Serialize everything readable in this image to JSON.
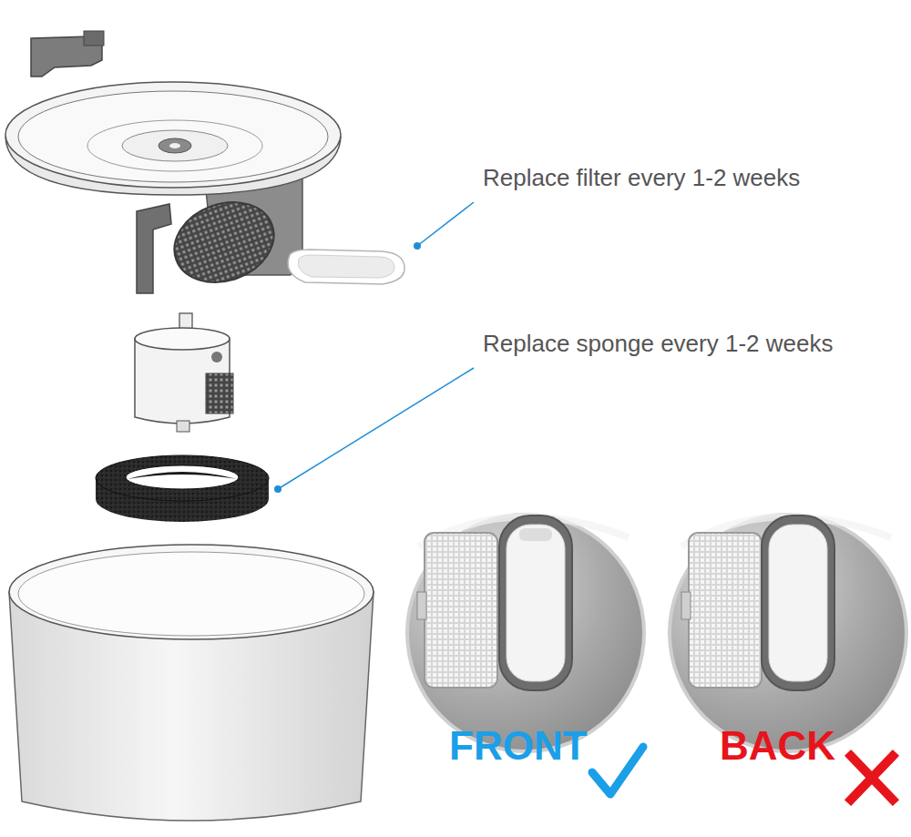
{
  "diagram": {
    "labels": [
      "Replace filter every 1-2 weeks",
      "Replace sponge every 1-2 weeks",
      "FRONT",
      "BACK"
    ]
  }
}
